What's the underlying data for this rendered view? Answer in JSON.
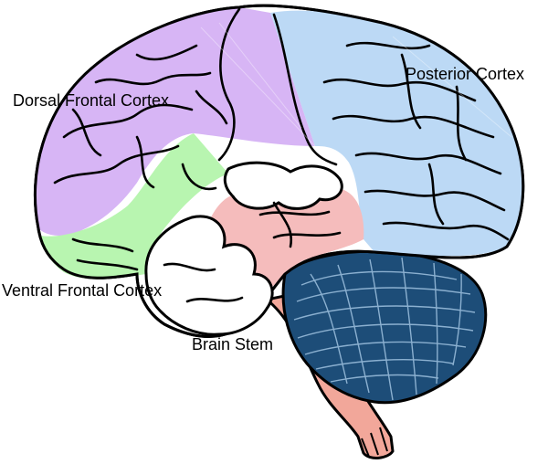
{
  "diagram": {
    "labels": {
      "dorsal_frontal": "Dorsal Frontal Cortex",
      "ventral_frontal": "Ventral Frontal Cortex",
      "posterior": "Posterior Cortex",
      "brain_stem": "Brain Stem"
    },
    "colors": {
      "dorsal_frontal": "#d7b5f5",
      "ventral_frontal": "#b8f5b0",
      "posterior": "#bcd9f5",
      "temporal_band": "#f5bcbc",
      "cerebellum": "#1d4d78",
      "brain_stem": "#f2a79a",
      "outline": "#000000"
    }
  }
}
